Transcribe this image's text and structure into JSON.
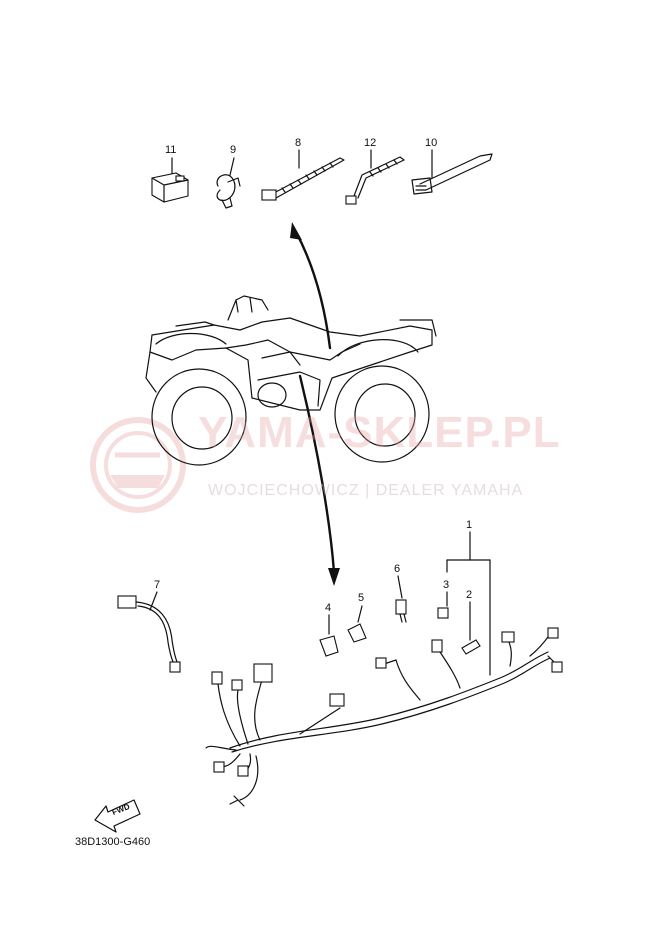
{
  "callouts": {
    "c1": "1",
    "c2": "2",
    "c3": "3",
    "c4": "4",
    "c5": "5",
    "c6": "6",
    "c7": "7",
    "c8": "8",
    "c9": "9",
    "c10": "10",
    "c11": "11",
    "c12": "12"
  },
  "watermark": {
    "main": "YAMA-SKLEP.PL",
    "sub": "WOJCIECHOWICZ | DEALER YAMAHA"
  },
  "fwd_label": "FWD",
  "diagram_code": "38D1300-G460"
}
